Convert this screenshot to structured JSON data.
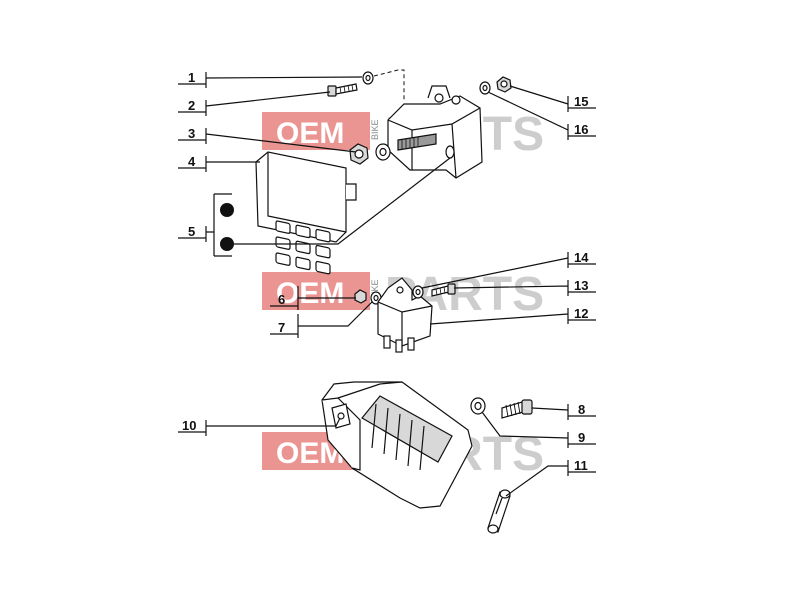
{
  "watermark": {
    "brand": "OEM",
    "side_text": "BIKE",
    "suffix": "PARTS"
  },
  "callouts": [
    {
      "num": "1"
    },
    {
      "num": "2"
    },
    {
      "num": "3"
    },
    {
      "num": "4"
    },
    {
      "num": "5"
    },
    {
      "num": "6"
    },
    {
      "num": "7"
    },
    {
      "num": "8"
    },
    {
      "num": "9"
    },
    {
      "num": "10"
    },
    {
      "num": "11"
    },
    {
      "num": "12"
    },
    {
      "num": "13"
    },
    {
      "num": "14"
    },
    {
      "num": "15"
    },
    {
      "num": "16"
    }
  ],
  "colors": {
    "watermark_red": "#e8837f",
    "line": "#111111"
  }
}
